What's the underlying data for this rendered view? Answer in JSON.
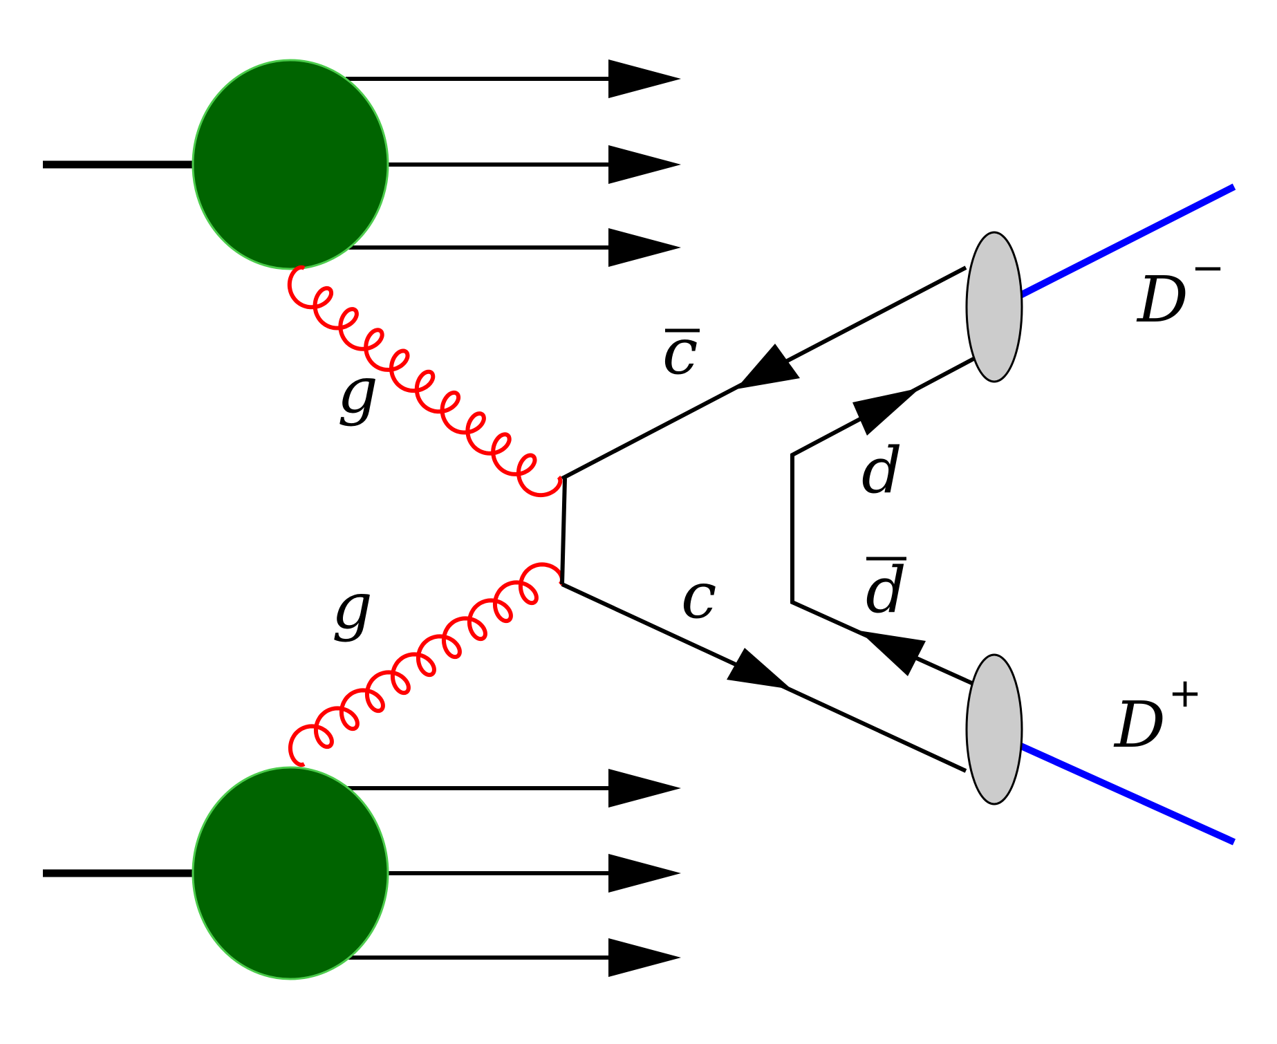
{
  "diagram": {
    "labels": {
      "gluon_top": "g",
      "gluon_bottom": "g",
      "charm_antiquark": "c",
      "charm_quark": "c",
      "down_quark": "d",
      "down_antiquark": "d",
      "d_minus_base": "D",
      "d_minus_charge": "−",
      "d_plus_base": "D",
      "d_plus_charge": "+"
    },
    "colors": {
      "proton": "#006400",
      "proton_outline": "#4ccc4c",
      "gluon": "#ff0000",
      "quark_line": "#000000",
      "meson_blob": "#cccccc",
      "meson_line": "#0000ff"
    }
  }
}
